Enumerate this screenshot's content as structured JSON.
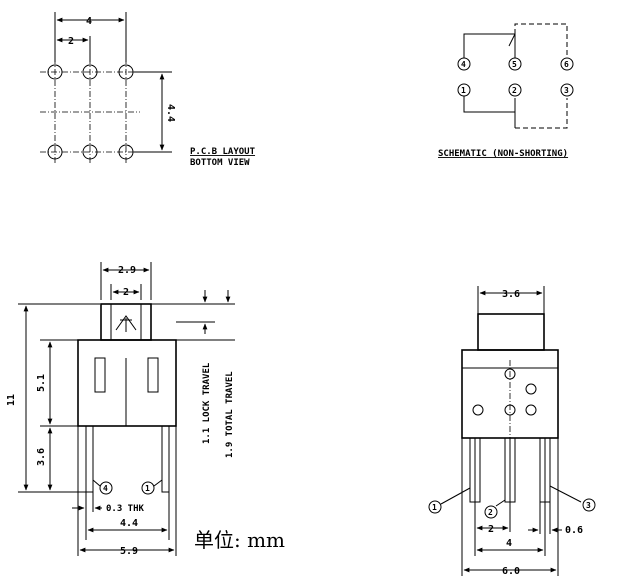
{
  "pcb_layout": {
    "title_line1": "P.C.B LAYOUT",
    "title_line2": "BOTTOM VIEW",
    "dim_width": "4",
    "dim_pitch": "2",
    "dim_height": "4.4"
  },
  "schematic": {
    "title": "SCHEMATIC (NON-SHORTING)",
    "pins_top": [
      "4",
      "5",
      "6"
    ],
    "pins_bottom": [
      "1",
      "2",
      "3"
    ]
  },
  "side_view": {
    "dim_top_outer": "2.9",
    "dim_top_inner": "2",
    "dim_height_total": "11",
    "dim_body": "5.1",
    "dim_leg": "3.6",
    "lock_travel": "1.1 LOCK TRAVEL",
    "total_travel": "1.9 TOTAL TRAVEL",
    "pin_left": "4",
    "pin_right": "1",
    "thickness": "0.3 THK",
    "dim_pin_span": "4.4",
    "dim_base": "5.9"
  },
  "front_view": {
    "dim_stem": "3.6",
    "pin_labels": [
      "1",
      "2",
      "3"
    ],
    "dim_pin_pitch": "2",
    "dim_pin_span": "4",
    "dim_base": "6.0",
    "dim_pin_width": "0.6"
  },
  "unit_label": "单位: mm"
}
